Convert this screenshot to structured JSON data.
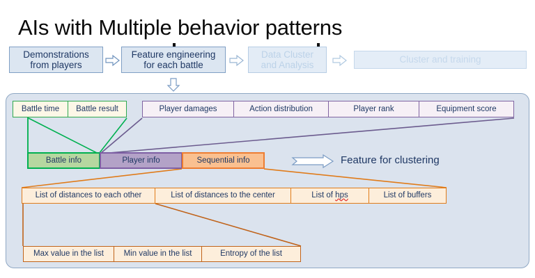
{
  "title": "AIs with Multiple behavior patterns",
  "pipeline": {
    "steps": [
      {
        "label": "Demonstrations from players",
        "line1": "Demonstrations",
        "line2": "from players",
        "state": "active"
      },
      {
        "label": "Feature engineering for each battle",
        "line1": "Feature engineering",
        "line2": "for each battle",
        "state": "active"
      },
      {
        "label": "Data Cluster and Analysis",
        "line1": "Data Cluster",
        "line2": "and Analysis",
        "state": "faded"
      },
      {
        "label": "Cluster and training",
        "line1": "Cluster and training",
        "line2": "",
        "state": "faded"
      }
    ],
    "arrow_icon": "chevron-right-arrow",
    "down_arrow_icon": "chevron-down-arrow"
  },
  "battle_group": {
    "color": "#00b050",
    "items": [
      "Battle time",
      "Battle result"
    ]
  },
  "player_group": {
    "color": "#7e5fa4",
    "items": [
      "Player damages",
      "Action distribution",
      "Player rank",
      "Equipment score"
    ]
  },
  "feature_bar": {
    "segments": [
      {
        "label": "Battle info",
        "color": "#00b050"
      },
      {
        "label": "Player info",
        "color": "#7e5fa4"
      },
      {
        "label": "Sequential info",
        "color": "#ed7d31"
      }
    ]
  },
  "clustering": {
    "arrow_icon": "right-arrow-outline",
    "label": "Feature for clustering"
  },
  "sequential_group": {
    "color": "#ed7d31",
    "items": [
      {
        "text": "List of distances to each other",
        "misspelled": false
      },
      {
        "text": "List of distances to the center",
        "misspelled": false
      },
      {
        "text": "List of hps",
        "misspelled": true,
        "misspelled_word": "hps"
      },
      {
        "text": "List of buffers",
        "misspelled": false
      }
    ]
  },
  "aggregate_group": {
    "color": "#c0631a",
    "items": [
      "Max value in the list",
      "Min value in the list",
      "Entropy of the list"
    ]
  },
  "colors": {
    "panel_bg": "#dbe3ee",
    "panel_border": "#8fa8c4",
    "top_box_bg": "#dce6f1",
    "top_box_border": "#7f9fc4",
    "text_navy": "#1f3864",
    "green": "#00b050",
    "purple": "#7e5fa4",
    "orange": "#ed7d31",
    "orange_dark": "#c0631a"
  }
}
